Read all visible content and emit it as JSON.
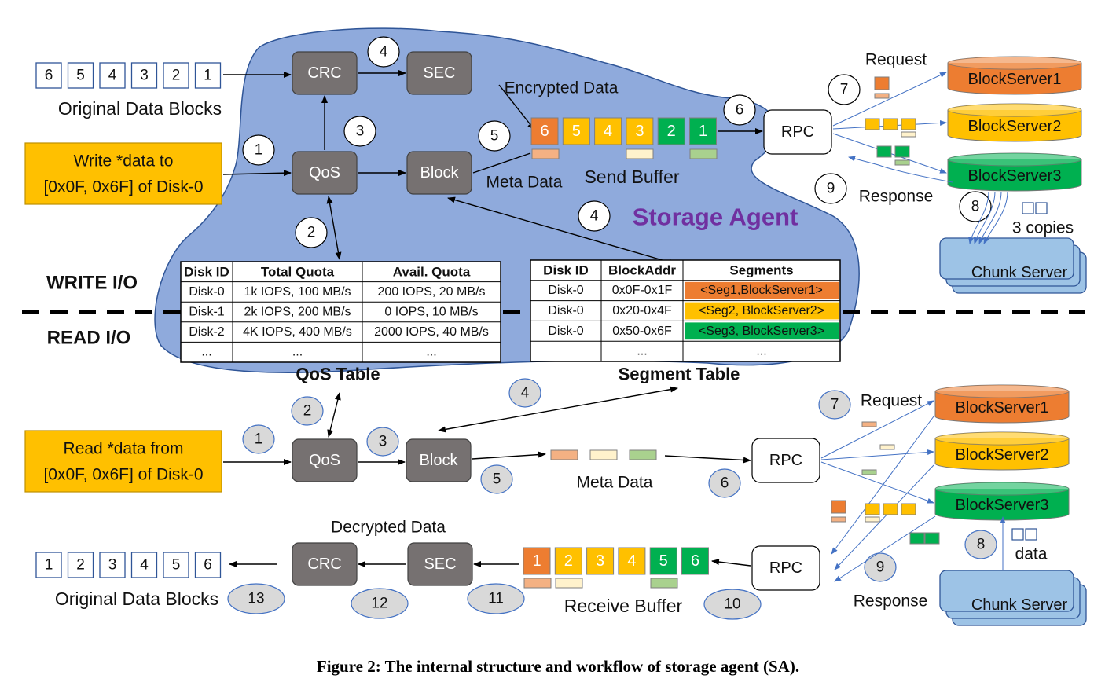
{
  "caption": "Figure 2: The internal structure and workflow of storage agent (SA).",
  "sections": {
    "write": "WRITE I/O",
    "read": "READ I/O"
  },
  "storage_agent_label": "Storage Agent",
  "colors": {
    "cloud": "#8faadc",
    "cloud_stroke": "#2f5597",
    "box_dark": "#767171",
    "orange": "#ed7d31",
    "yellow": "#ffc000",
    "green": "#00b050",
    "light_blue": "#9dc3e6",
    "agent_purple": "#7030a0"
  },
  "write": {
    "blocks": [
      "6",
      "5",
      "4",
      "3",
      "2",
      "1"
    ],
    "blocks_label": "Original Data Blocks",
    "request_lines": [
      "Write *data to",
      "[0x0F, 0x6F] of Disk-0"
    ],
    "crc": "CRC",
    "sec": "SEC",
    "qos": "QoS",
    "block": "Block",
    "rpc": "RPC",
    "encrypted_label": "Encrypted Data",
    "meta_label": "Meta Data",
    "send_buffer_label": "Send Buffer",
    "send_buffer": [
      "6",
      "5",
      "4",
      "3",
      "2",
      "1"
    ],
    "request_label": "Request",
    "response_label": "Response",
    "copies_label": "3 copies",
    "block_servers": [
      "BlockServer1",
      "BlockServer2",
      "BlockServer3"
    ],
    "chunk_server": "Chunk Server",
    "steps": [
      "1",
      "2",
      "3",
      "4",
      "4",
      "5",
      "6",
      "7",
      "8",
      "9"
    ]
  },
  "qos_table": {
    "title": "QoS Table",
    "headers": [
      "Disk ID",
      "Total Quota",
      "Avail. Quota"
    ],
    "rows": [
      [
        "Disk-0",
        "1k IOPS, 100 MB/s",
        "200 IOPS, 20 MB/s"
      ],
      [
        "Disk-1",
        "2k IOPS, 200 MB/s",
        "0 IOPS, 10 MB/s"
      ],
      [
        "Disk-2",
        "4K IOPS, 400 MB/s",
        "2000 IOPS, 40 MB/s"
      ],
      [
        "...",
        "...",
        "..."
      ]
    ]
  },
  "segment_table": {
    "title": "Segment Table",
    "headers": [
      "Disk ID",
      "BlockAddr",
      "Segments"
    ],
    "rows": [
      [
        "Disk-0",
        "0x0F-0x1F",
        "<Seg1,BlockServer1>"
      ],
      [
        "Disk-0",
        "0x20-0x4F",
        "<Seg2, BlockServer2>"
      ],
      [
        "Disk-0",
        "0x50-0x6F",
        "<Seg3, BlockServer3>"
      ],
      [
        "",
        "...",
        "..."
      ]
    ]
  },
  "read": {
    "request_lines": [
      "Read *data from",
      "[0x0F, 0x6F] of Disk-0"
    ],
    "qos": "QoS",
    "block": "Block",
    "rpc1": "RPC",
    "rpc2": "RPC",
    "crc": "CRC",
    "sec": "SEC",
    "meta_label": "Meta Data",
    "decrypted_label": "Decrypted Data",
    "receive_buffer_label": "Receive Buffer",
    "receive_buffer": [
      "1",
      "2",
      "3",
      "4",
      "5",
      "6"
    ],
    "blocks": [
      "1",
      "2",
      "3",
      "4",
      "5",
      "6"
    ],
    "blocks_label": "Original Data Blocks",
    "request_label": "Request",
    "response_label": "Response",
    "data_label": "data",
    "block_servers": [
      "BlockServer1",
      "BlockServer2",
      "BlockServer3"
    ],
    "chunk_server": "Chunk Server",
    "steps": [
      "1",
      "2",
      "3",
      "4",
      "5",
      "6",
      "7",
      "8",
      "9",
      "10",
      "11",
      "12",
      "13"
    ]
  }
}
